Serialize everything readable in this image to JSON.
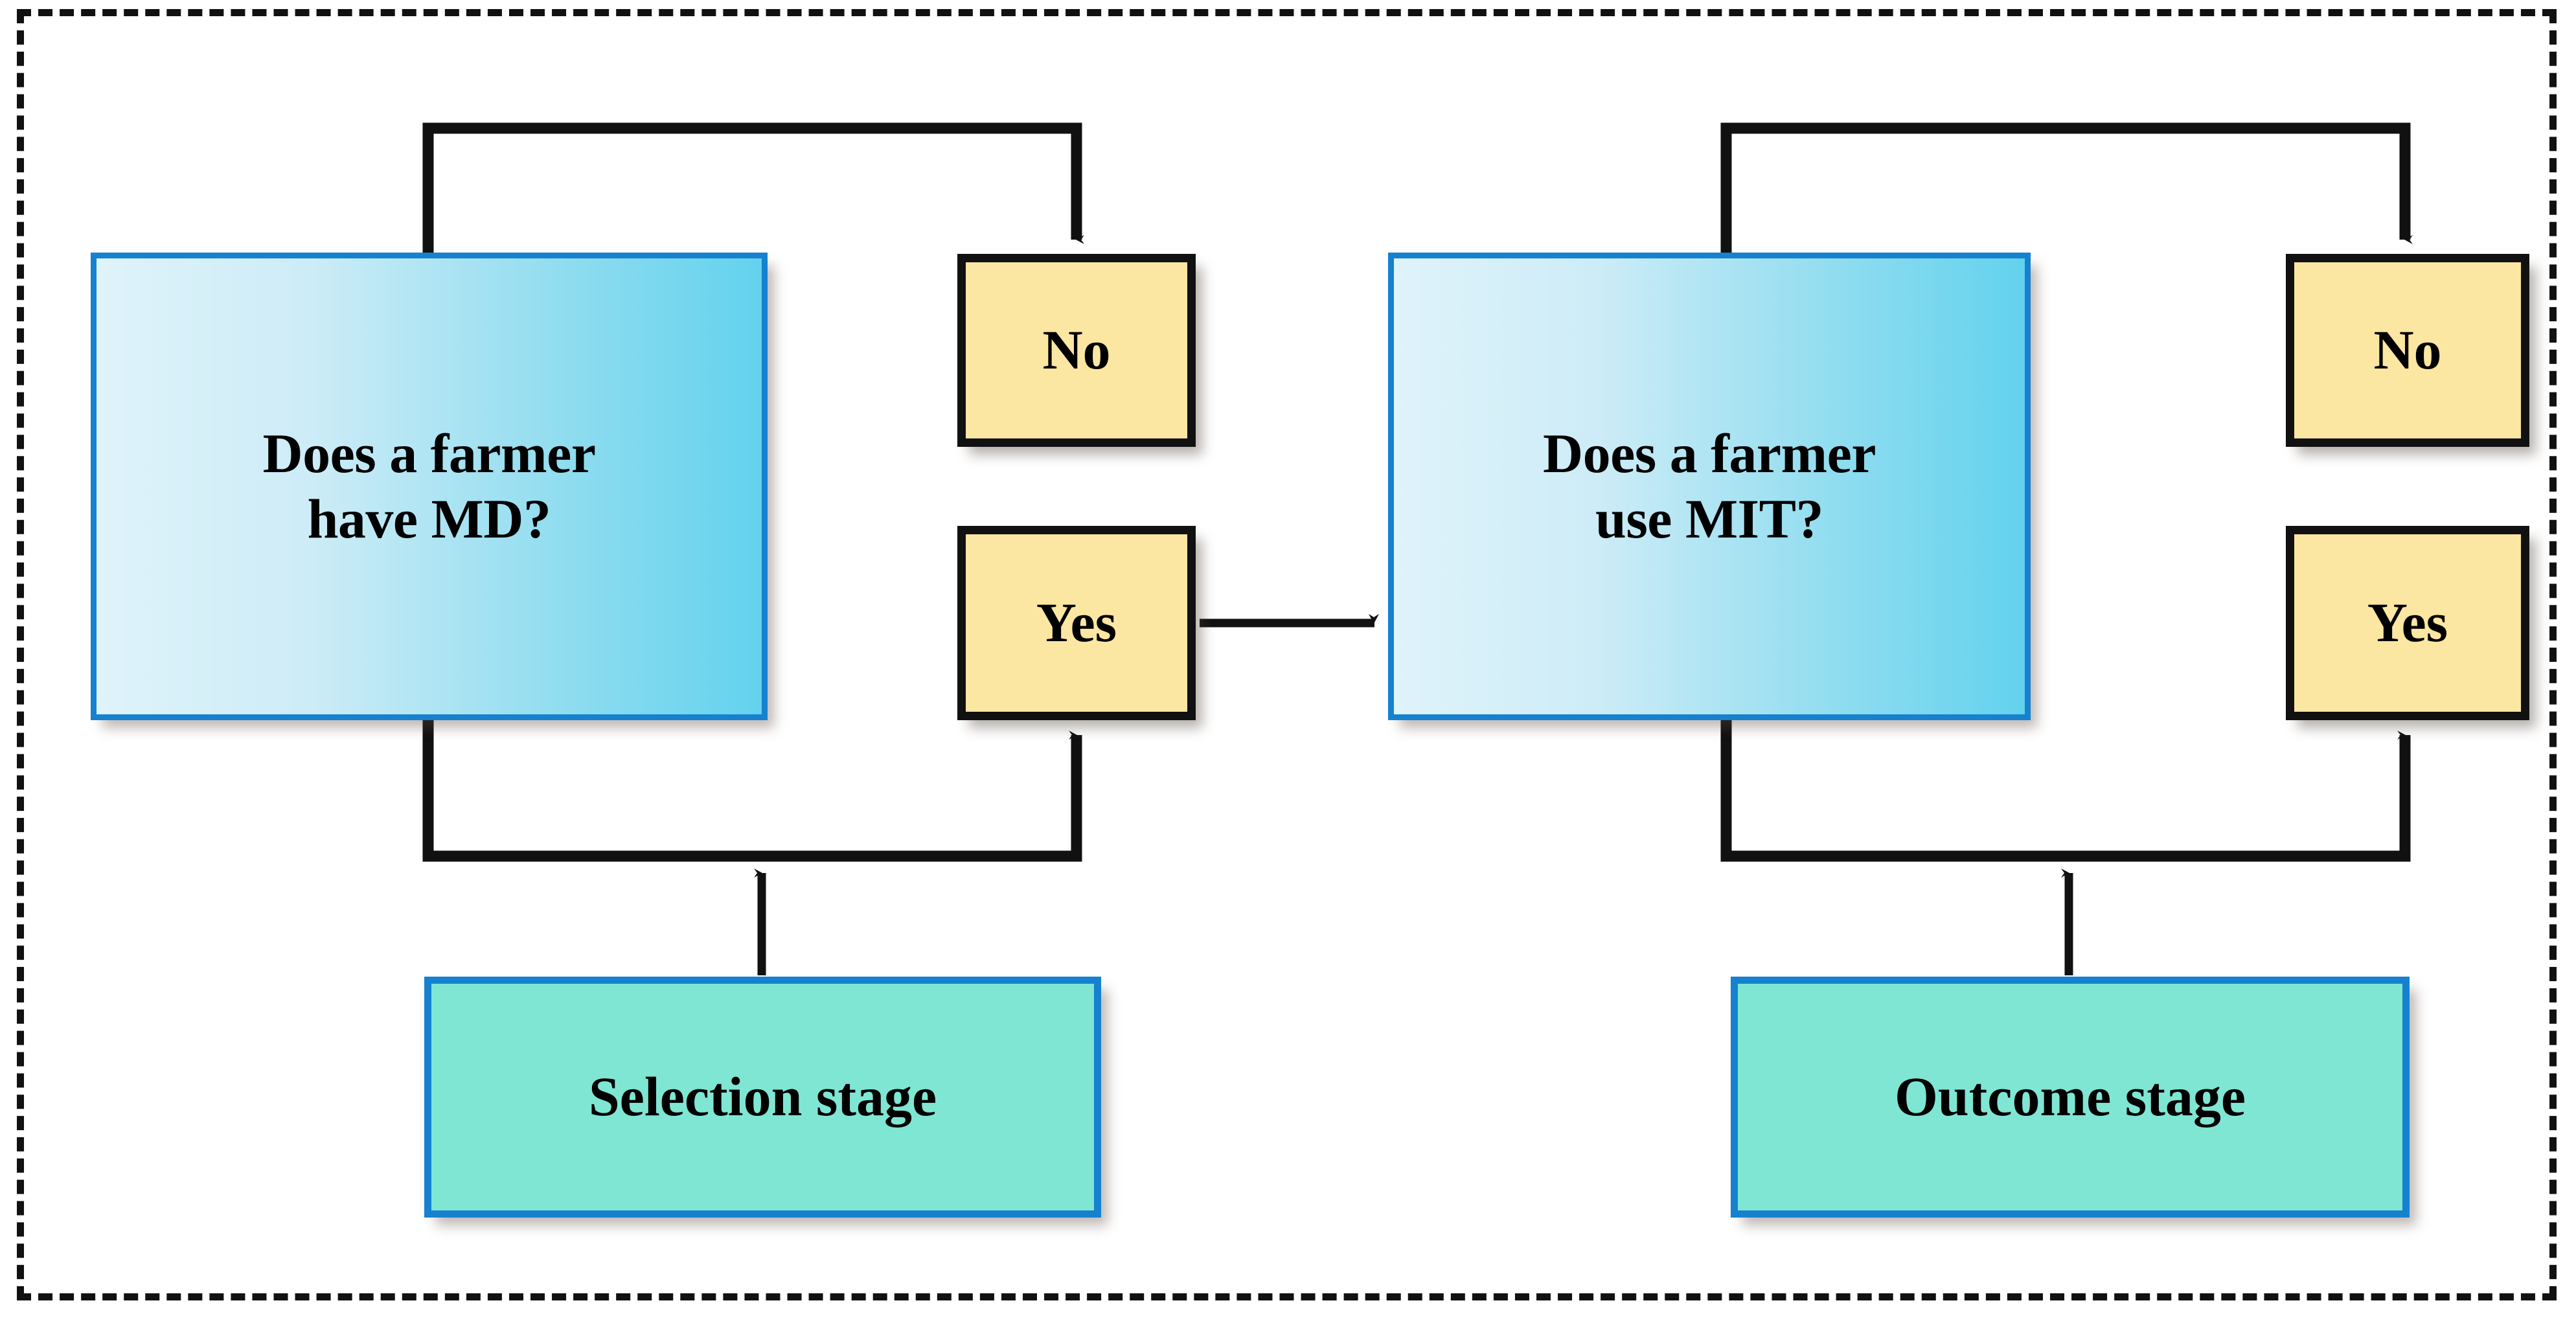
{
  "diagram": {
    "title": "",
    "type": "flowchart",
    "frame": {
      "style": "dashed",
      "color": "#111111"
    },
    "colors": {
      "decision_border": "#1581cf",
      "decision_fill_light": "#dff3fa",
      "decision_fill_dark": "#63d2ee",
      "answer_border": "#111111",
      "answer_fill": "#fbe6a2",
      "stage_border": "#1581cf",
      "stage_fill": "#7fe6d4",
      "connector": "#111111",
      "background": "#ffffff"
    },
    "nodes": [
      {
        "id": "md",
        "label": "Does a farmer\nhave MD?",
        "kind": "decision"
      },
      {
        "id": "no_left",
        "label": "No",
        "kind": "answer"
      },
      {
        "id": "yes_left",
        "label": "Yes",
        "kind": "answer"
      },
      {
        "id": "mit",
        "label": "Does a farmer\nuse MIT?",
        "kind": "decision"
      },
      {
        "id": "no_right",
        "label": "No",
        "kind": "answer"
      },
      {
        "id": "yes_right",
        "label": "Yes",
        "kind": "answer"
      },
      {
        "id": "selection",
        "label": "Selection stage",
        "kind": "stage"
      },
      {
        "id": "outcome",
        "label": "Outcome stage",
        "kind": "stage"
      }
    ],
    "edges": [
      {
        "from": "md",
        "to": "no_left",
        "routing": "up-right-down",
        "arrow": true
      },
      {
        "from": "md",
        "to": "yes_left",
        "routing": "down-right-up",
        "arrow": true
      },
      {
        "from": "yes_left",
        "to": "mit",
        "routing": "right",
        "arrow": true
      },
      {
        "from": "selection",
        "to": "md_yes_bus",
        "routing": "up",
        "arrow": true
      },
      {
        "from": "mit",
        "to": "no_right",
        "routing": "up-right-down",
        "arrow": true
      },
      {
        "from": "mit",
        "to": "yes_right",
        "routing": "down-right-up",
        "arrow": true
      },
      {
        "from": "outcome",
        "to": "mit_yes_bus",
        "routing": "up",
        "arrow": true
      }
    ]
  }
}
